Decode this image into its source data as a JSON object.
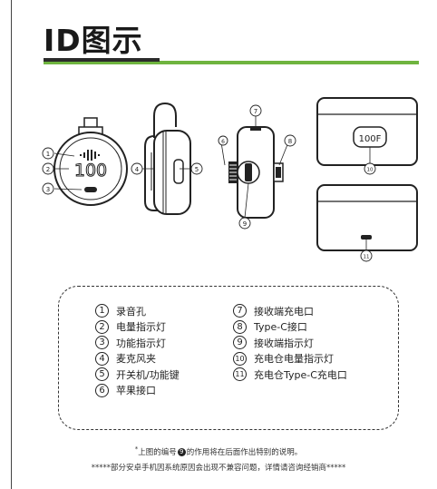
{
  "title": "ID图示",
  "display_reading": "100",
  "case_display_reading": "100F",
  "callouts": [
    "1",
    "2",
    "3",
    "4",
    "5",
    "6",
    "7",
    "8",
    "9",
    "10",
    "11"
  ],
  "legend_left": [
    {
      "num": "1",
      "label": "录音孔"
    },
    {
      "num": "2",
      "label": "电量指示灯"
    },
    {
      "num": "3",
      "label": "功能指示灯"
    },
    {
      "num": "4",
      "label": "麦克风夹"
    },
    {
      "num": "5",
      "label": "开关机/功能键"
    },
    {
      "num": "6",
      "label": "苹果接口"
    }
  ],
  "legend_right": [
    {
      "num": "7",
      "label": "接收端充电口"
    },
    {
      "num": "8",
      "label": "Type-C接口"
    },
    {
      "num": "9",
      "label": "接收端指示灯"
    },
    {
      "num": "10",
      "label": "充电仓电量指示灯"
    },
    {
      "num": "11",
      "label": "充电仓Type-C充电口"
    }
  ],
  "note_prefix": "上图的编号",
  "note_icon": "9",
  "note_suffix": "的作用将在后面作出特别的说明。",
  "note_star": "*",
  "note2": "*****部分安卓手机因系统原因会出现不兼容问题，详情请咨询经销商*****"
}
